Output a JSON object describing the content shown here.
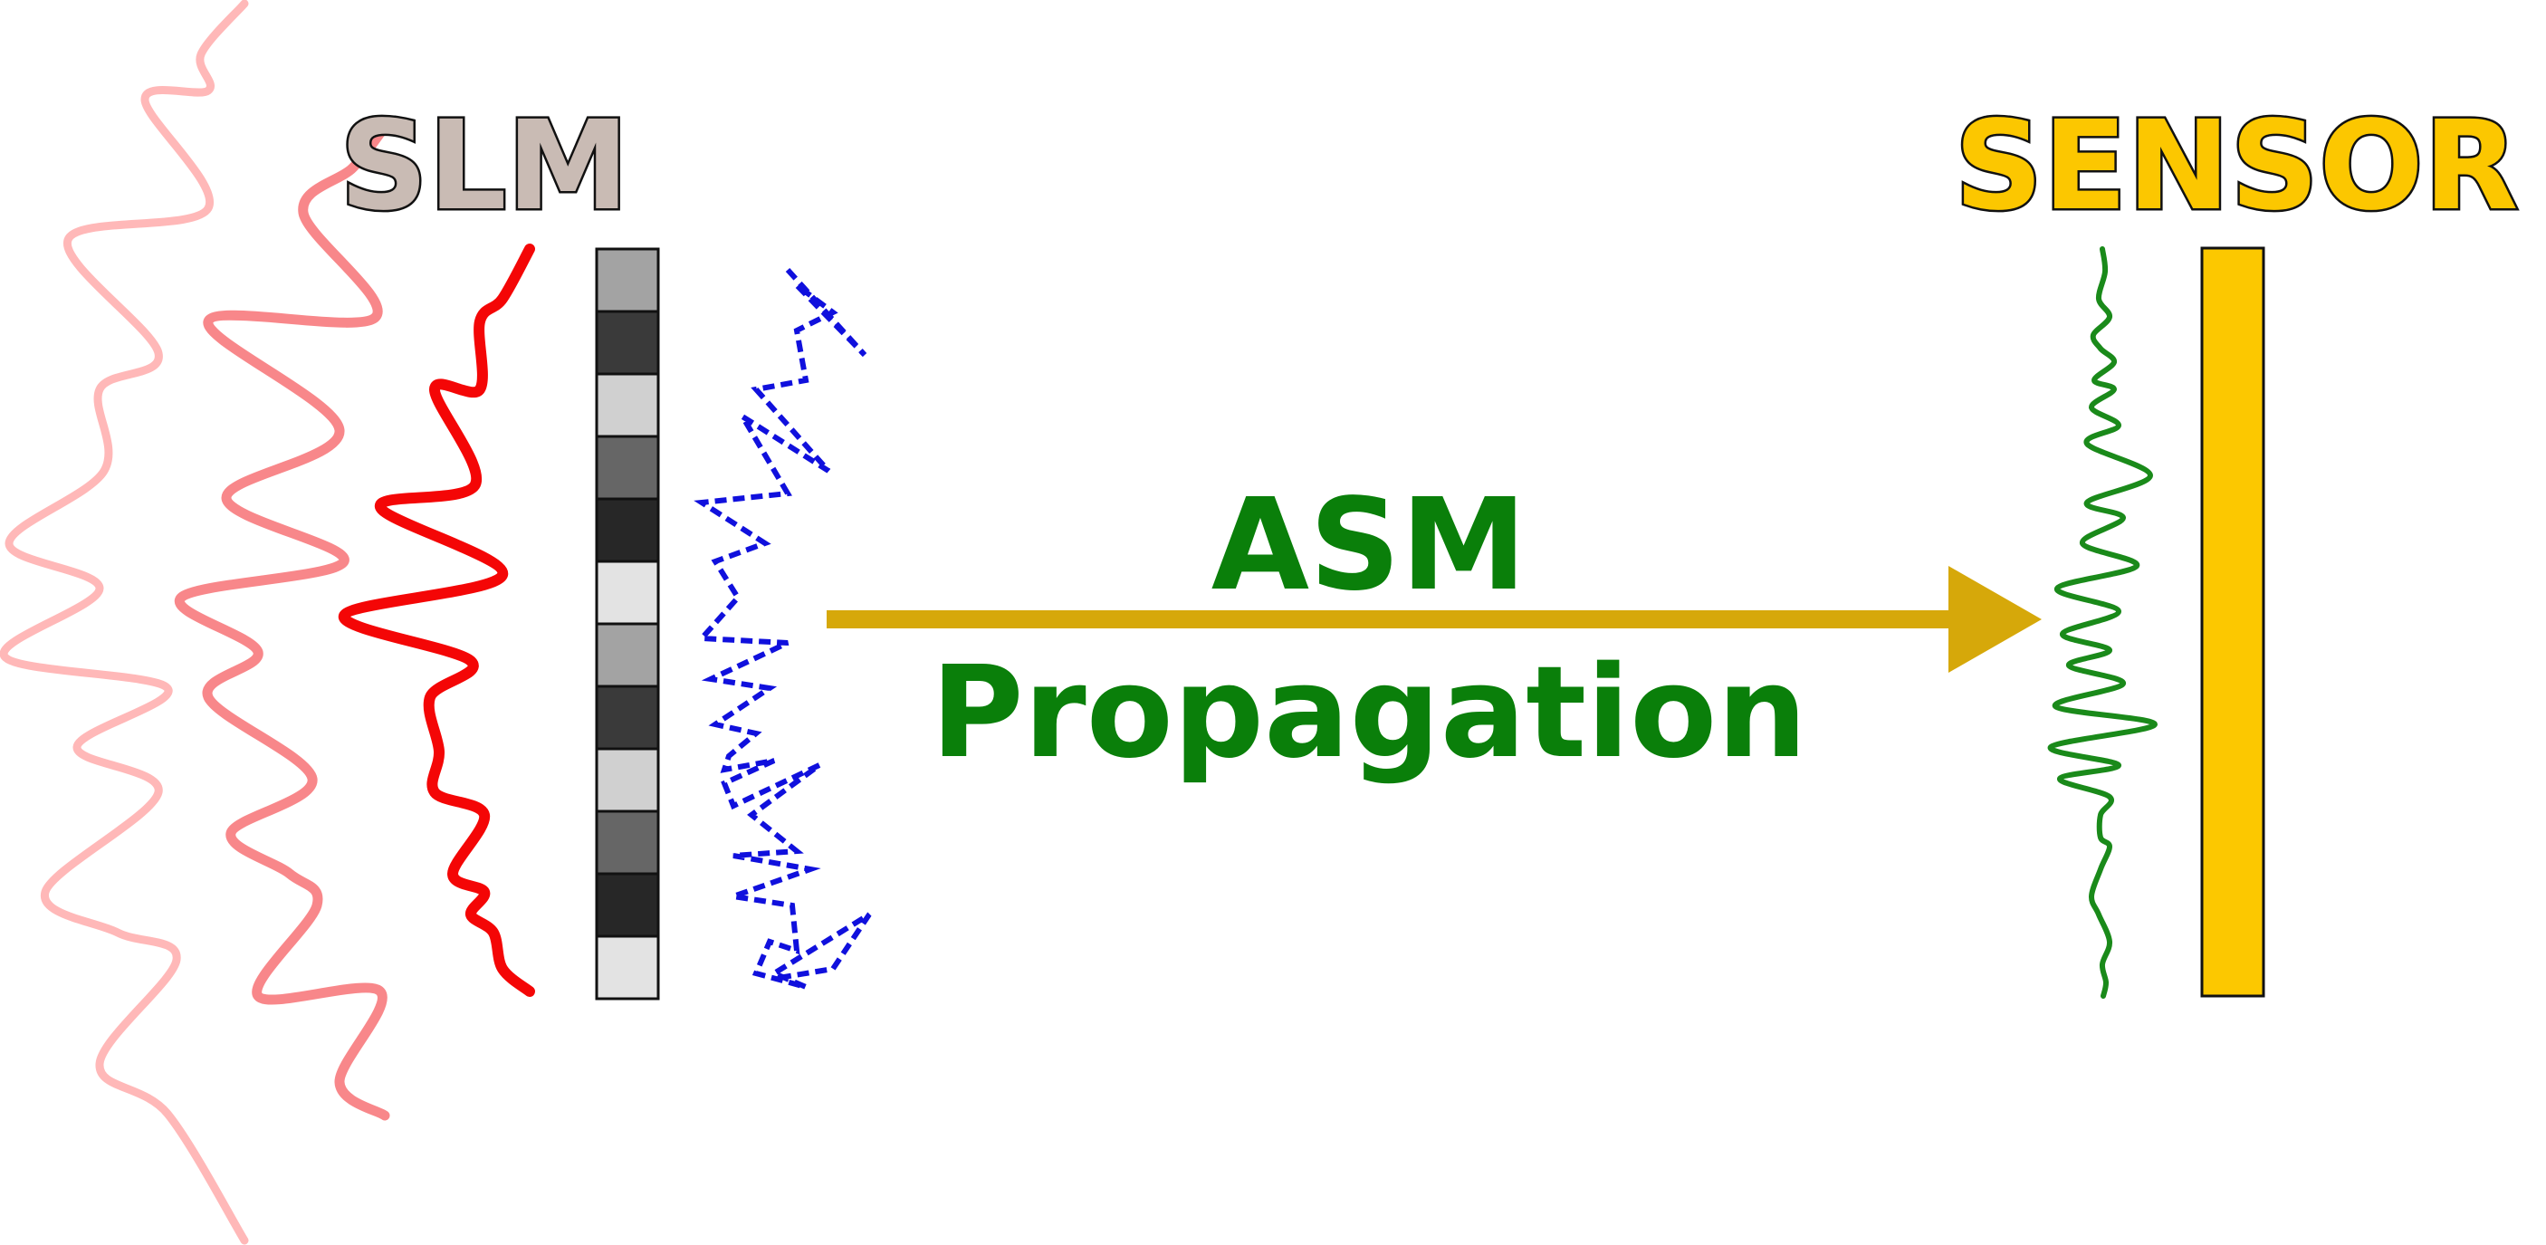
{
  "labels": {
    "slm": "SLM",
    "sensor": "SENSOR",
    "asm": "ASM",
    "propagation": "Propagation"
  },
  "colors": {
    "slm_label": "#c9bbb4",
    "sensor_label": "#fcc700",
    "sensor_bar": "#fcc800",
    "arrow": "#d6a80a",
    "asm_text": "#0a7f0a",
    "wave_faint": "#ffb8b8",
    "wave_mid": "#f8878a",
    "wave_strong": "#f40606",
    "modulated_wave": "#1010dd",
    "sensor_wave": "#1a8a1a"
  },
  "slm_pixels": [
    "#a3a3a3",
    "#3a3a3a",
    "#d0d0d0",
    "#666666",
    "#272727",
    "#e3e3e3",
    "#a3a3a3",
    "#3a3a3a",
    "#d0d0d0",
    "#666666",
    "#272727",
    "#e3e3e3"
  ]
}
